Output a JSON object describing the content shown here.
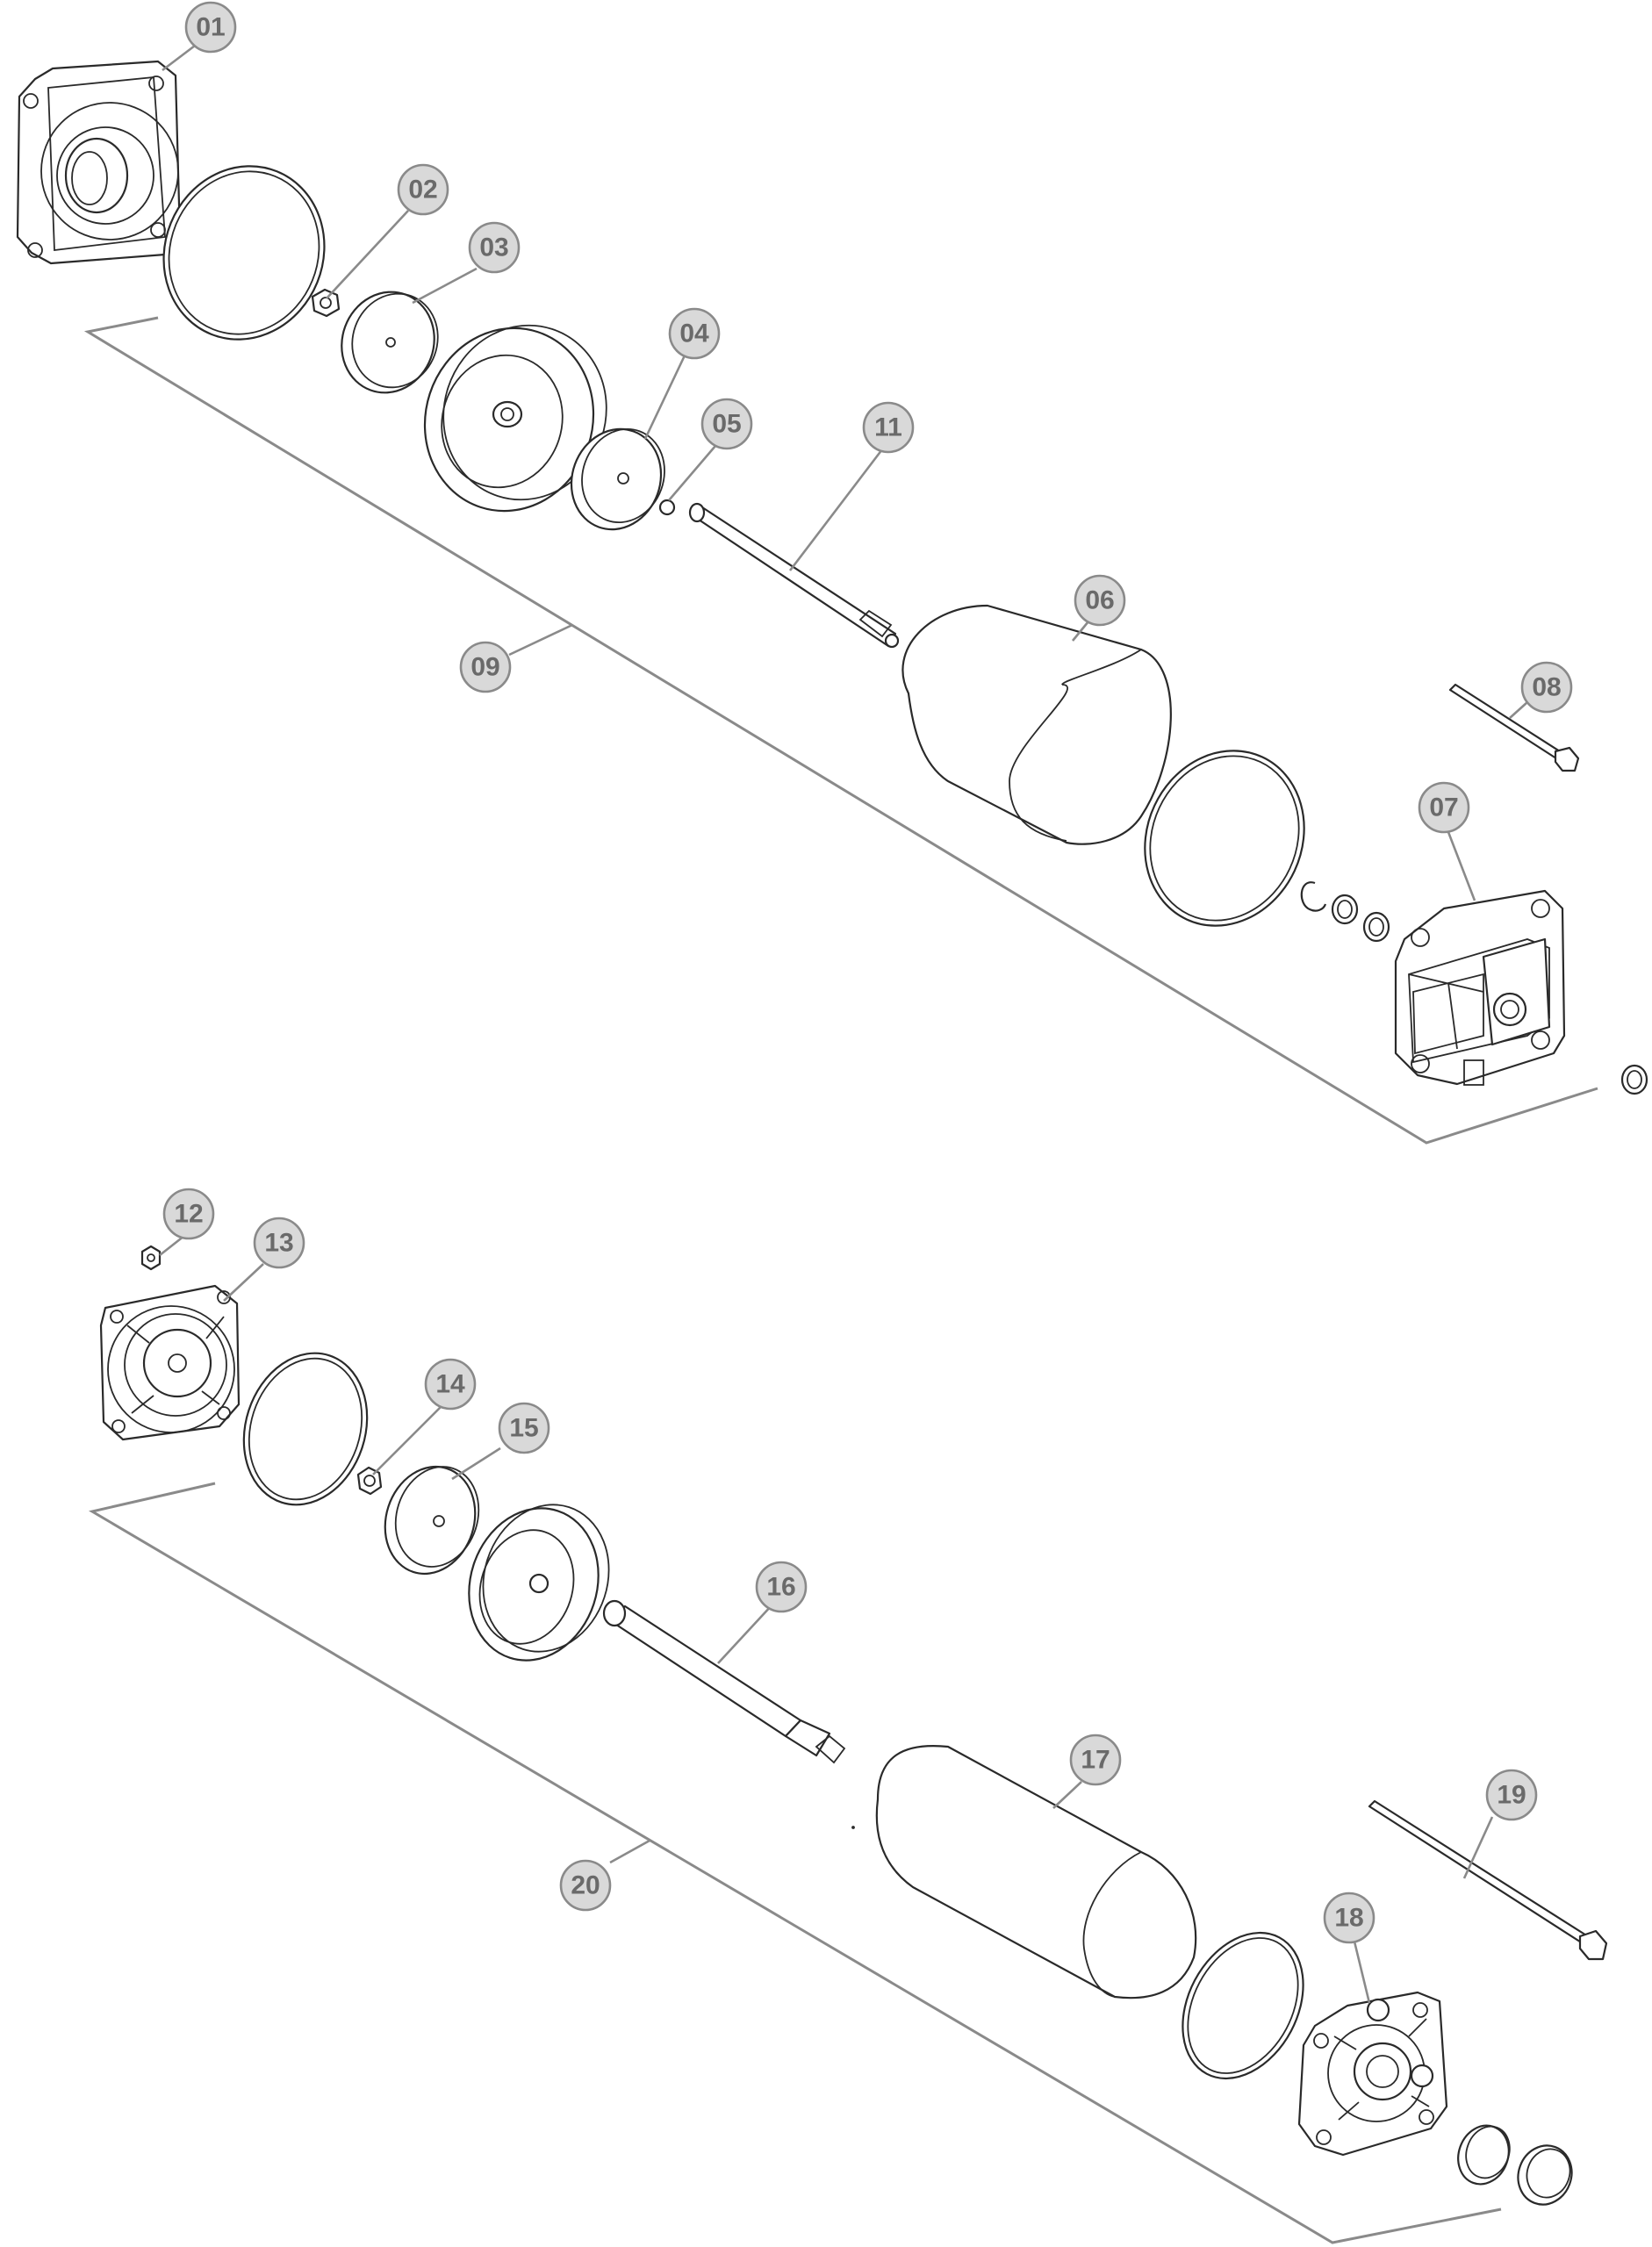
{
  "callouts": [
    {
      "id": "01",
      "label": "01"
    },
    {
      "id": "02",
      "label": "02"
    },
    {
      "id": "03",
      "label": "03"
    },
    {
      "id": "04",
      "label": "04"
    },
    {
      "id": "05",
      "label": "05"
    },
    {
      "id": "06",
      "label": "06"
    },
    {
      "id": "07",
      "label": "07"
    },
    {
      "id": "08",
      "label": "08"
    },
    {
      "id": "09",
      "label": "09"
    },
    {
      "id": "11",
      "label": "11"
    },
    {
      "id": "12",
      "label": "12"
    },
    {
      "id": "13",
      "label": "13"
    },
    {
      "id": "14",
      "label": "14"
    },
    {
      "id": "15",
      "label": "15"
    },
    {
      "id": "16",
      "label": "16"
    },
    {
      "id": "17",
      "label": "17"
    },
    {
      "id": "18",
      "label": "18"
    },
    {
      "id": "19",
      "label": "19"
    },
    {
      "id": "20",
      "label": "20"
    }
  ],
  "colors": {
    "line": "#2a2a2a",
    "callout_fill": "#d9d9d9",
    "callout_stroke": "#8a8a8a",
    "callout_text": "#6a6a6a"
  }
}
